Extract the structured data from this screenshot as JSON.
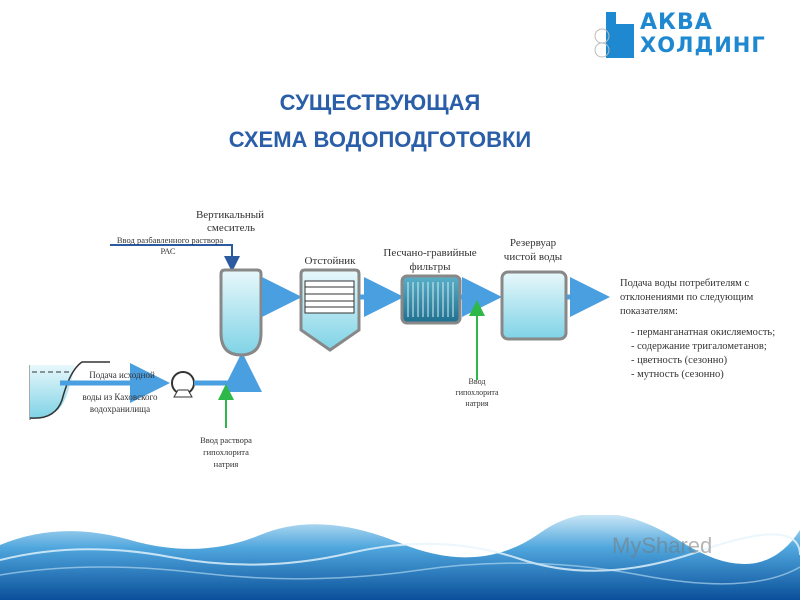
{
  "logo": {
    "line1": "АКВА",
    "line2": "ХОЛДИНГ",
    "color": "#1e88d0"
  },
  "title": {
    "line1": "СУЩЕСТВУЮЩАЯ",
    "line2": "СХЕМА ВОДОПОДГОТОВКИ"
  },
  "diagram": {
    "mixer": {
      "line1": "Вертикальный",
      "line2": "смеситель"
    },
    "pac": {
      "line1": "Ввод разбавленного раствора",
      "line2": "РАС"
    },
    "settler": "Отстойник",
    "filters": {
      "line1": "Песчано-гравийные",
      "line2": "фильтры"
    },
    "reservoir": {
      "line1": "Резервуар",
      "line2": "чистой воды"
    },
    "source": {
      "line1": "Подача исходной",
      "line2": "воды из Каховского",
      "line3": "водохранилища"
    },
    "hypo1": {
      "line1": "Ввод раствора",
      "line2": "гипохлорита",
      "line3": "натрия"
    },
    "hypo2": {
      "line1": "Ввод",
      "line2": "гипохлорита",
      "line3": "натрия"
    },
    "output": {
      "line1": "Подача воды потребителям с",
      "line2": "отклонениями по следующим",
      "line3": "показателям:",
      "items": [
        "- перманганатная окисляемость;",
        "- содержание тригалометанов;",
        "-  цветность (сезонно)",
        "-  мутность (сезонно)"
      ]
    }
  },
  "watermark": "MyShared"
}
